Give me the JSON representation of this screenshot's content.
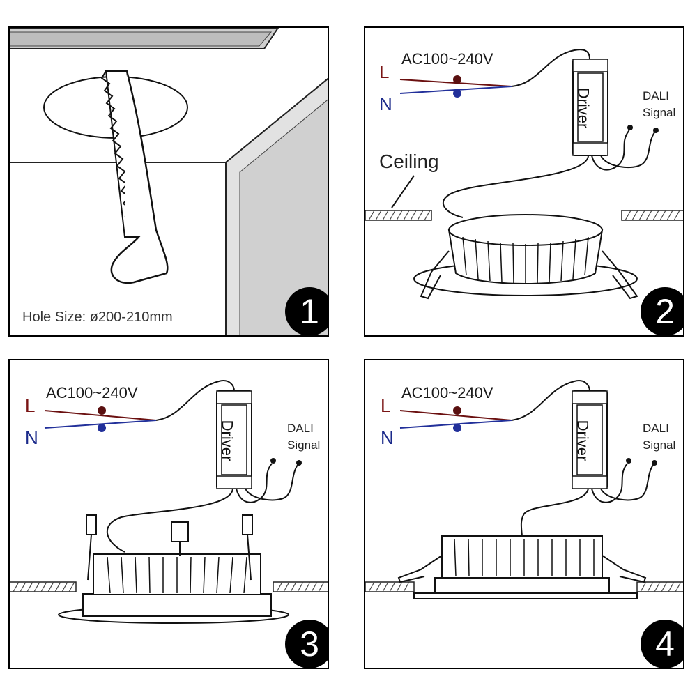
{
  "hole_size": "Hole Size: ø200-210mm",
  "voltage": "AC100~240V",
  "live_label": "L",
  "neutral_label": "N",
  "driver_label": "Driver",
  "dali_line1": "DALI",
  "dali_line2": "Signal",
  "ceiling_label": "Ceiling",
  "steps": [
    "1",
    "2",
    "3",
    "4"
  ],
  "colors": {
    "line": "#1a1a1a",
    "live": "#6b1010",
    "neutral": "#22309a",
    "ceiling_fill": "#c8c8c8",
    "wall_fill": "#e0e0e0"
  }
}
